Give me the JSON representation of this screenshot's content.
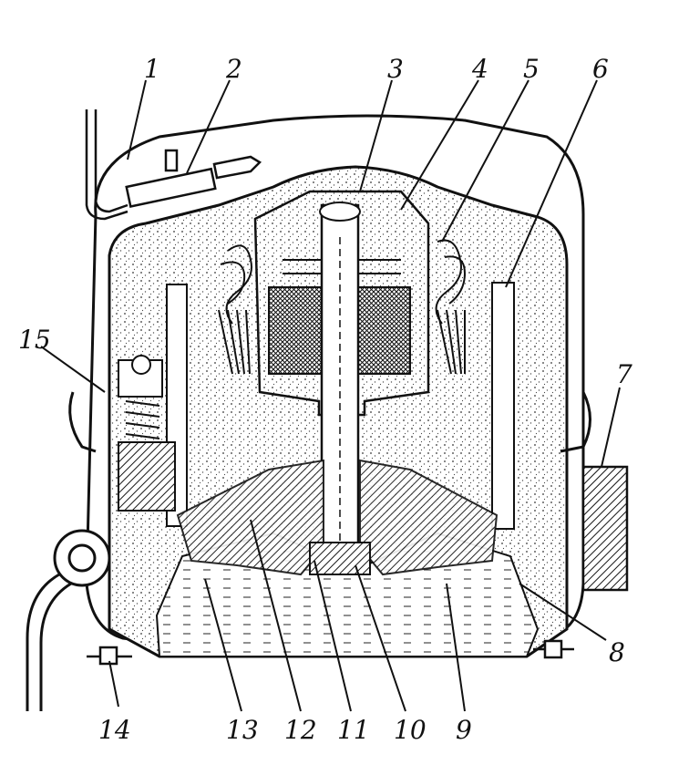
{
  "figure": {
    "labels": [
      {
        "id": "l1",
        "text": "1"
      },
      {
        "id": "l2",
        "text": "2"
      },
      {
        "id": "l3",
        "text": "3"
      },
      {
        "id": "l4",
        "text": "4"
      },
      {
        "id": "l5",
        "text": "5"
      },
      {
        "id": "l6",
        "text": "6"
      },
      {
        "id": "l7",
        "text": "7"
      },
      {
        "id": "l8",
        "text": "8"
      },
      {
        "id": "l9",
        "text": "9"
      },
      {
        "id": "l10",
        "text": "10"
      },
      {
        "id": "l11",
        "text": "11"
      },
      {
        "id": "l12",
        "text": "12"
      },
      {
        "id": "l13",
        "text": "13"
      },
      {
        "id": "l14",
        "text": "14"
      },
      {
        "id": "l15",
        "text": "15"
      }
    ]
  }
}
